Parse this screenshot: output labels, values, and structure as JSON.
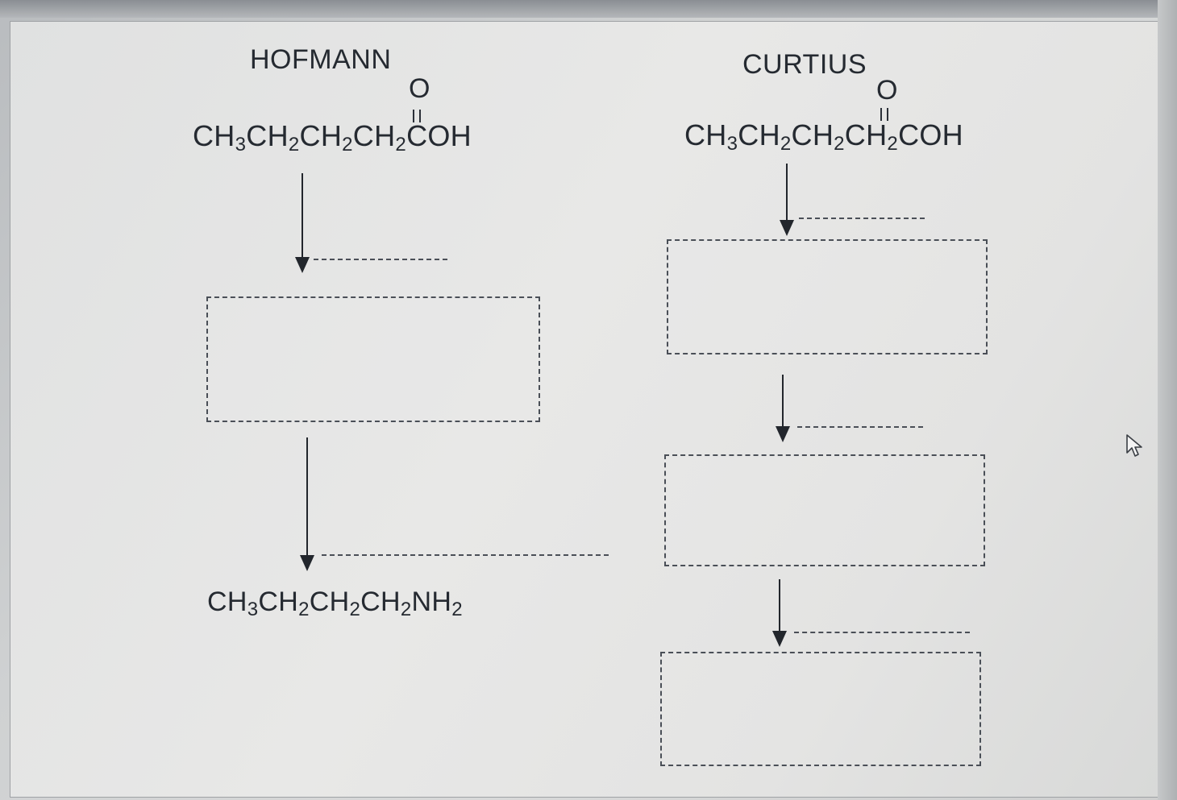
{
  "hofmann": {
    "title": "HOFMANN",
    "start": {
      "carbonyl_o": "O",
      "chain": [
        "CH",
        "3",
        "CH",
        "2",
        "CH",
        "2",
        "CH",
        "2",
        "COH"
      ]
    },
    "product": {
      "chain": [
        "CH",
        "3",
        "CH",
        "2",
        "CH",
        "2",
        "CH",
        "2",
        "NH",
        "2"
      ]
    }
  },
  "curtius": {
    "title": "CURTIUS",
    "start": {
      "carbonyl_o": "O",
      "chain": [
        "CH",
        "3",
        "CH",
        "2",
        "CH",
        "2",
        "CH",
        "2",
        "COH"
      ]
    }
  }
}
